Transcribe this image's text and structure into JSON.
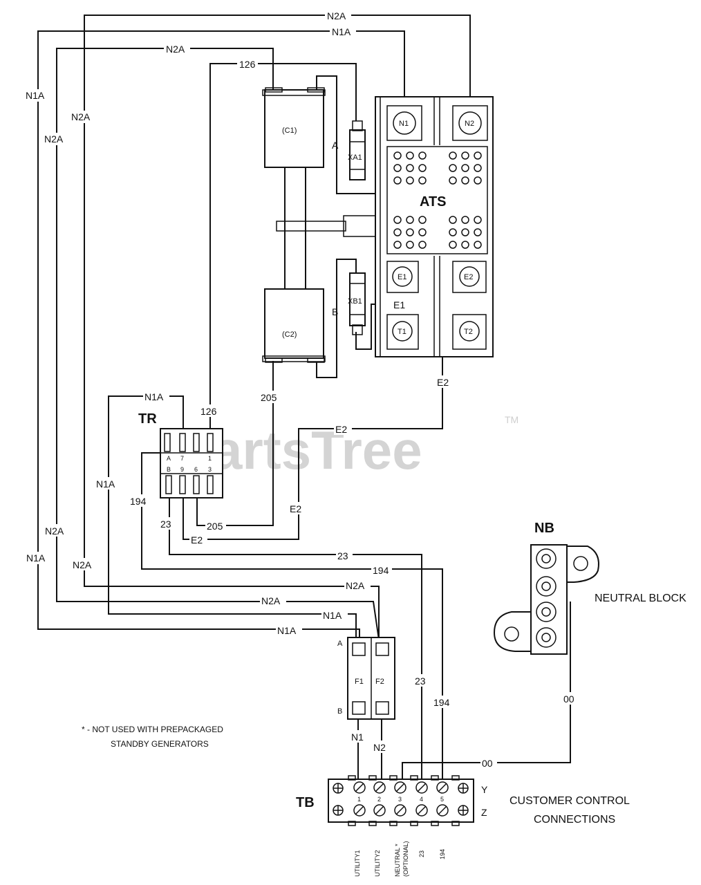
{
  "watermark": {
    "text": "PartsTree",
    "tm": "TM"
  },
  "components": {
    "ats": "ATS",
    "c1": "(C1)",
    "c2": "(C2)",
    "xa1": "XA1",
    "xb1": "XB1",
    "side_a": "A",
    "side_b": "B",
    "n1": "N1",
    "n2": "N2",
    "e1": "E1",
    "e2": "E2",
    "t1": "T1",
    "t2": "T2",
    "tr": "TR",
    "nb": "NB",
    "tb": "TB",
    "f1": "F1",
    "f2": "F2",
    "fuse_a": "A",
    "fuse_b": "B"
  },
  "tr_terminals": {
    "row_a": [
      "A",
      "7",
      "1"
    ],
    "row_b": [
      "B",
      "9",
      "6",
      "3"
    ]
  },
  "wire_labels": {
    "n1a": "N1A",
    "n2a": "N2A",
    "w126": "126",
    "w205": "205",
    "e1": "E1",
    "e2": "E2",
    "w194": "194",
    "w23": "23",
    "w00": "00",
    "n1": "N1",
    "n2": "N2"
  },
  "tb_terminals": [
    "1",
    "2",
    "3",
    "4",
    "5"
  ],
  "tb_sides": {
    "y": "Y",
    "z": "Z"
  },
  "tb_bottom_labels": [
    "UTILITY1",
    "UTILITY2",
    "NEUTRAL *",
    "(OPTIONAL)",
    "23",
    "194"
  ],
  "captions": {
    "neutral_block": "NEUTRAL BLOCK",
    "customer_line1": "CUSTOMER CONTROL",
    "customer_line2": "CONNECTIONS",
    "note_line1": "* - NOT USED WITH PREPACKAGED",
    "note_line2": "STANDBY GENERATORS"
  }
}
